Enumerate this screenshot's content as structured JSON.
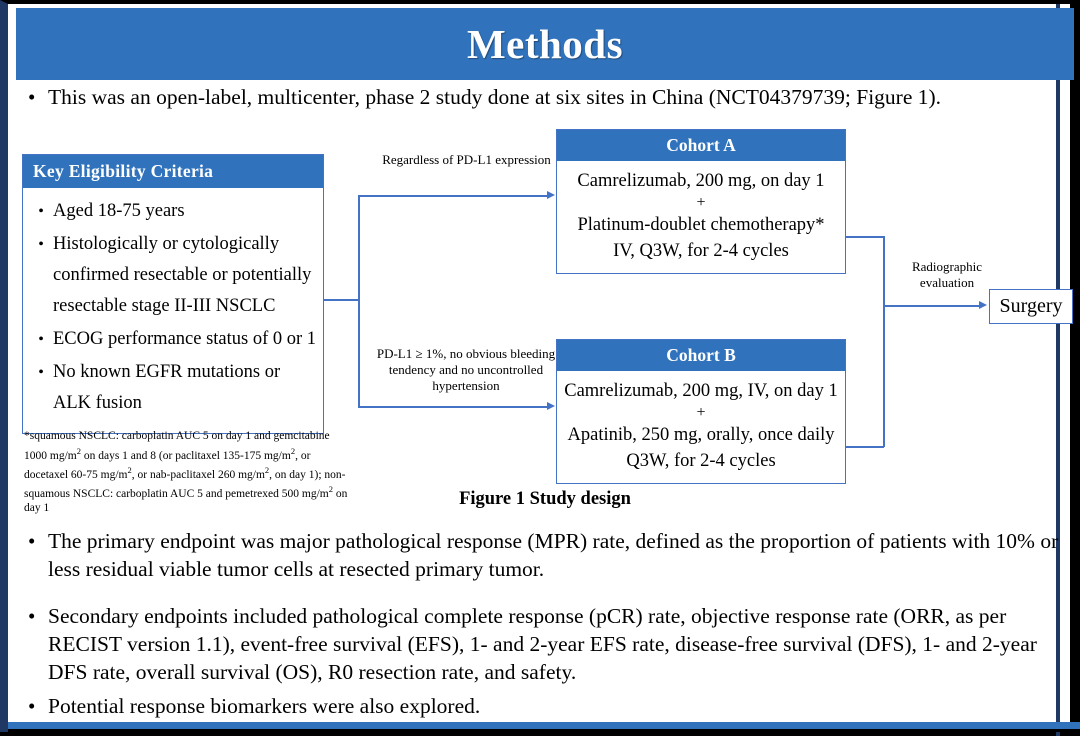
{
  "slide": {
    "title": "Methods",
    "accent_color": "#3073BC",
    "border_color": "#1f3864",
    "connector_color": "#4472C4"
  },
  "lead_bullet": {
    "marker": "•",
    "text": "This was an open-label, multicenter, phase 2 study done at six sites in China (NCT04379739; Figure 1)."
  },
  "figure": {
    "caption": "Figure 1 Study design",
    "eligibility": {
      "header": "Key  Eligibility Criteria",
      "marker": "•",
      "items": [
        "Aged 18-75 years",
        "Histologically or cytologically confirmed resectable or potentially resectable stage II-III  NSCLC",
        "ECOG performance status of 0 or 1",
        "No known EGFR mutations or ALK fusion"
      ]
    },
    "footnote": {
      "line1_a": "*squamous NSCLC: carboplatin AUC 5 on day 1 and gemcitabine 1000 mg/m",
      "line1_sup": "2",
      "line1_b": " on days 1 and 8 (or",
      "line2_a": "paclitaxel 135-175 mg/m",
      "line2_sup1": "2",
      "line2_b": ", or docetaxel 60-75 mg/m",
      "line2_sup2": "2",
      "line2_c": ", or nab-paclitaxel 260 mg/m",
      "line2_sup3": "2",
      "line2_d": ", on day 1); non-",
      "line3_a": "squamous NSCLC: carboplatin AUC 5 and pemetrexed 500 mg/m",
      "line3_sup": "2",
      "line3_b": " on day 1"
    },
    "arrow_labels": {
      "top": "Regardless of PD-L1 expression",
      "bottom": "PD-L1 ≥ 1%, no obvious bleeding tendency and no uncontrolled hypertension",
      "right": "Radiographic evaluation"
    },
    "cohort_a": {
      "header": "Cohort A",
      "line1": "Camrelizumab, 200 mg, on day 1",
      "plus": "+",
      "line2": "Platinum-doublet chemotherapy*",
      "line3": "IV, Q3W, for 2-4 cycles"
    },
    "cohort_b": {
      "header": "Cohort B",
      "line1": "Camrelizumab, 200 mg, IV, on day 1",
      "plus": "+",
      "line2": "Apatinib, 250 mg, orally, once daily",
      "line3": "Q3W, for 2-4 cycles"
    },
    "surgery": {
      "label": "Surgery"
    }
  },
  "bullets": [
    {
      "marker": "•",
      "text": "The primary endpoint was major pathological response (MPR) rate, defined as the proportion of patients with 10% or less residual viable tumor cells at resected primary tumor."
    },
    {
      "marker": "•",
      "text": "Secondary endpoints included pathological complete response (pCR) rate, objective response rate (ORR, as per RECIST version 1.1), event-free survival (EFS), 1- and 2-year EFS rate, disease-free survival (DFS), 1- and 2-year DFS rate, overall survival (OS), R0 resection rate, and safety."
    },
    {
      "marker": "•",
      "text": "Potential response biomarkers were also explored."
    }
  ]
}
